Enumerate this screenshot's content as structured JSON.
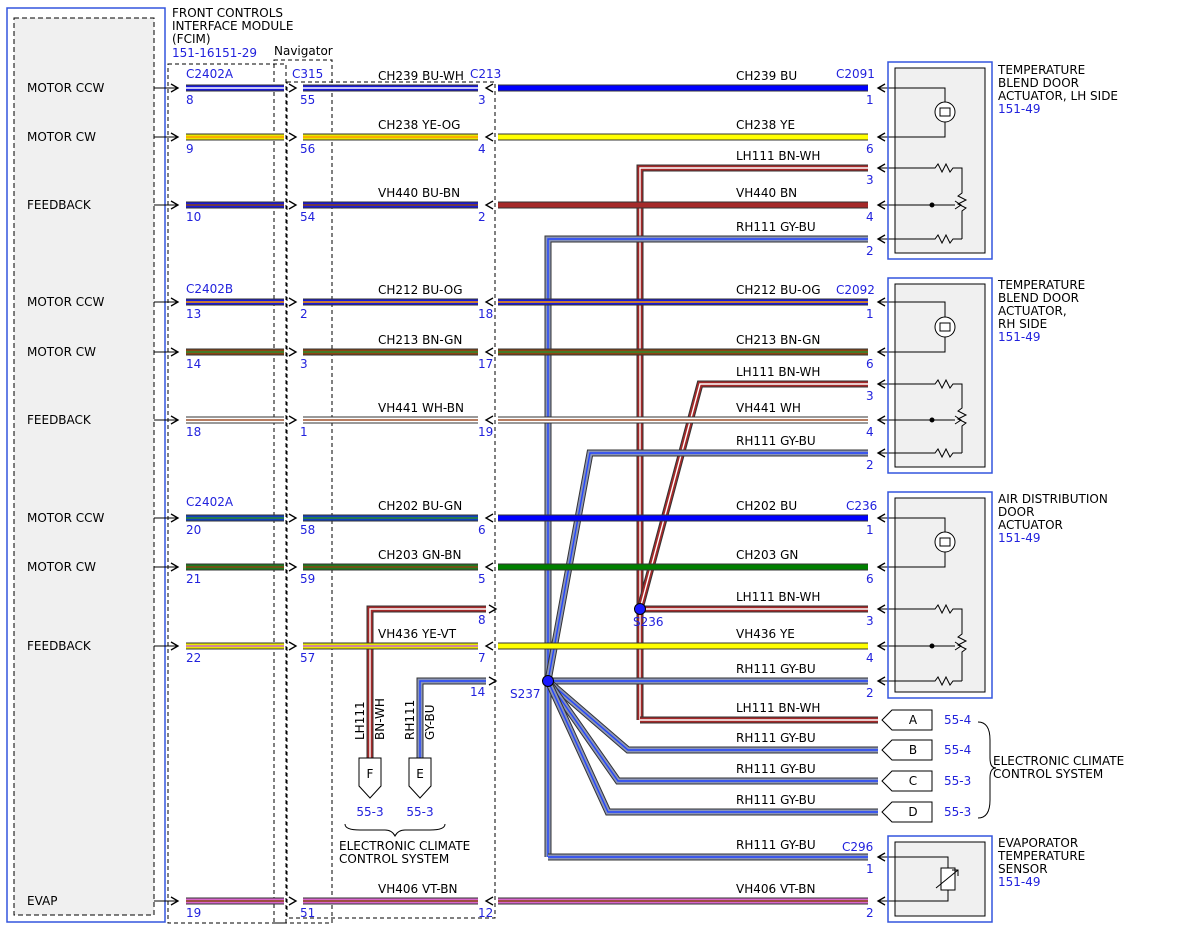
{
  "module": {
    "title_lines": [
      "FRONT CONTROLS",
      "INTERFACE MODULE",
      "(FCIM)"
    ],
    "ref": "151-16151-29",
    "navigator_label": "Navigator"
  },
  "connectors": {
    "left_a": "C2402A",
    "left_b": "C2402B",
    "left_c": "C2402A",
    "inline": "C315",
    "mid": "C213",
    "act1": "C2091",
    "act2": "C2092",
    "act3": "C236",
    "sensor": "C296"
  },
  "signals": [
    {
      "label": "MOTOR CCW",
      "left_pin": "8",
      "inline_pin": "55",
      "mid_pin": "3",
      "circuit_left": "CH239  BU-WH",
      "circuit_right": "CH239  BU",
      "end_pin": "1",
      "wire_left": "#1a1ad8",
      "wire_right": "#0000ff",
      "stripe_left": "#ffffff"
    },
    {
      "label": "MOTOR CW",
      "left_pin": "9",
      "inline_pin": "56",
      "mid_pin": "4",
      "circuit_left": "CH238  YE-OG",
      "circuit_right": "CH238  YE",
      "end_pin": "6",
      "wire_left": "#e8e800",
      "wire_right": "#ffff00",
      "stripe_left": "#ff9900"
    },
    {
      "label": "FEEDBACK",
      "left_pin": "10",
      "inline_pin": "54",
      "mid_pin": "2",
      "circuit_left": "VH440  BU-BN",
      "circuit_right": "VH440  BN",
      "end_pin": "4",
      "wire_left": "#1a1ad8",
      "wire_right": "#a52a2a",
      "stripe_left": "#8b4513"
    },
    {
      "label": "MOTOR CCW",
      "left_pin": "13",
      "inline_pin": "2",
      "mid_pin": "18",
      "circuit_left": "CH212  BU-OG",
      "circuit_right": "CH212  BU-OG",
      "end_pin": "1",
      "wire_left": "#1a1ad8",
      "wire_right": "#1a1ad8",
      "stripe_left": "#ff9900"
    },
    {
      "label": "MOTOR CW",
      "left_pin": "14",
      "inline_pin": "3",
      "mid_pin": "17",
      "circuit_left": "CH213  BN-GN",
      "circuit_right": "CH213  BN-GN",
      "end_pin": "6",
      "wire_left": "#8b4513",
      "wire_right": "#8b4513",
      "stripe_left": "#2e8b2e"
    },
    {
      "label": "FEEDBACK",
      "left_pin": "18",
      "inline_pin": "1",
      "mid_pin": "19",
      "circuit_left": "VH441  WH-BN",
      "circuit_right": "VH441  WH",
      "end_pin": "4",
      "wire_left": "#ffffff",
      "wire_right": "#ffffff",
      "stripe_left": "#a0522d"
    },
    {
      "label": "MOTOR CCW",
      "left_pin": "20",
      "inline_pin": "58",
      "mid_pin": "6",
      "circuit_left": "CH202  BU-GN",
      "circuit_right": "CH202  BU",
      "end_pin": "1",
      "wire_left": "#1040c0",
      "wire_right": "#0000ff",
      "stripe_left": "#2e8b2e"
    },
    {
      "label": "MOTOR CW",
      "left_pin": "21",
      "inline_pin": "59",
      "mid_pin": "5",
      "circuit_left": "CH203  GN-BN",
      "circuit_right": "CH203  GN",
      "end_pin": "6",
      "wire_left": "#1f7a1f",
      "wire_right": "#008000",
      "stripe_left": "#8b4513"
    },
    {
      "label": "FEEDBACK",
      "left_pin": "22",
      "inline_pin": "57",
      "mid_pin": "7",
      "circuit_left": "VH436  YE-VT",
      "circuit_right": "VH436  YE",
      "end_pin": "4",
      "wire_left": "#e8e800",
      "wire_right": "#ffff00",
      "stripe_left": "#cc66cc"
    },
    {
      "label": "EVAP",
      "left_pin": "19",
      "inline_pin": "51",
      "mid_pin": "12",
      "circuit_left": "VH406  VT-BN",
      "circuit_right": "VH406  VT-BN",
      "end_pin": "2",
      "wire_left": "#d966cc",
      "wire_right": "#d966cc",
      "stripe_left": "#8b4513"
    }
  ],
  "feeds": [
    {
      "circuit": "LH111  BN-WH",
      "pin": "3"
    },
    {
      "circuit": "RH111  GY-BU",
      "pin": "2"
    },
    {
      "circuit": "LH111  BN-WH",
      "pin": "3"
    },
    {
      "circuit": "RH111  GY-BU",
      "pin": "2"
    },
    {
      "circuit": "LH111  BN-WH",
      "pin": "3"
    },
    {
      "circuit": "RH111  GY-BU",
      "pin": "2"
    },
    {
      "circuit": "LH111  BN-WH",
      "pin": ""
    },
    {
      "circuit": "RH111  GY-BU",
      "pin": ""
    },
    {
      "circuit": "RH111  GY-BU",
      "pin": ""
    },
    {
      "circuit": "RH111  GY-BU",
      "pin": ""
    },
    {
      "circuit": "RH111  GY-BU",
      "pin": "1"
    }
  ],
  "mid_extra_pins": [
    "8",
    "14"
  ],
  "splices": [
    "S236",
    "S237"
  ],
  "devices": [
    {
      "lines": [
        "TEMPERATURE",
        "BLEND DOOR",
        "ACTUATOR, LH SIDE"
      ],
      "ref": "151-49"
    },
    {
      "lines": [
        "TEMPERATURE",
        "BLEND DOOR",
        "ACTUATOR,",
        "RH SIDE"
      ],
      "ref": "151-49"
    },
    {
      "lines": [
        "AIR DISTRIBUTION",
        "DOOR",
        "ACTUATOR"
      ],
      "ref": "151-49"
    },
    {
      "lines": [
        "EVAPORATOR",
        "TEMPERATURE",
        "SENSOR"
      ],
      "ref": "151-49"
    }
  ],
  "offpage_right": [
    {
      "letter": "A",
      "ref": "55-4"
    },
    {
      "letter": "B",
      "ref": "55-4"
    },
    {
      "letter": "C",
      "ref": "55-3"
    },
    {
      "letter": "D",
      "ref": "55-3"
    }
  ],
  "offpage_bottom": [
    {
      "letter": "F",
      "ref": "55-3",
      "circuit": "LH111",
      "color": "BN-WH"
    },
    {
      "letter": "E",
      "ref": "55-3",
      "circuit": "RH111",
      "color": "GY-BU"
    }
  ],
  "system_label_right": [
    "ELECTRONIC CLIMATE",
    "CONTROL SYSTEM"
  ],
  "system_label_bottom": [
    "ELECTRONIC CLIMATE",
    "CONTROL SYSTEM"
  ]
}
